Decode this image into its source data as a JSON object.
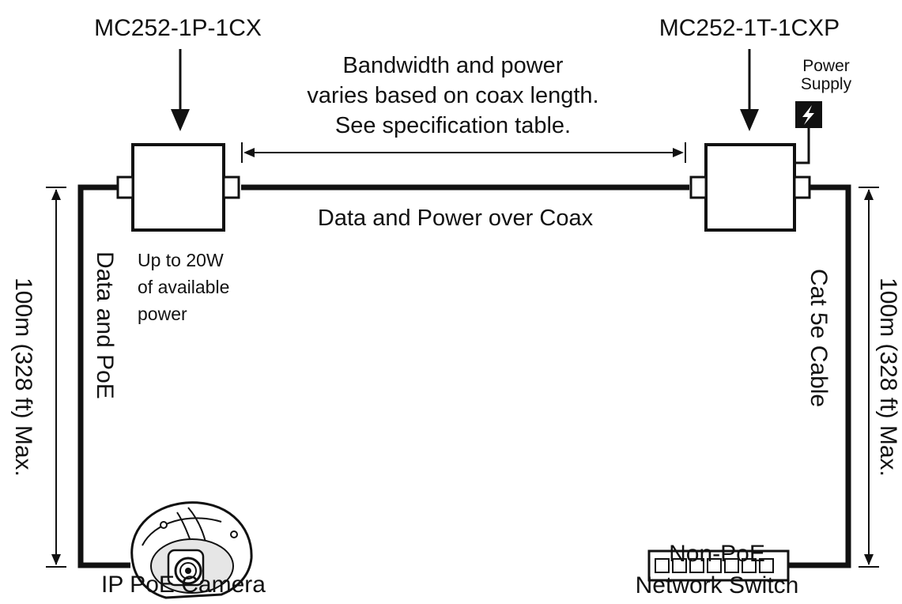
{
  "labels": {
    "left_device": "MC252-1P-1CX",
    "right_device": "MC252-1T-1CXP",
    "bandwidth_note": [
      "Bandwidth and power",
      "varies based on coax length.",
      "See specification table."
    ],
    "power_supply": [
      "Power",
      "Supply"
    ],
    "coax_link": "Data and Power over Coax",
    "left_cable": "Data and PoE",
    "right_cable": "Cat 5e Cable",
    "left_distance": "100m (328 ft) Max.",
    "right_distance": "100m (328 ft) Max.",
    "power_note": [
      "Up to 20W",
      "of available",
      "power"
    ],
    "camera": "IP PoE Camera",
    "switch": [
      "Non-PoE",
      "Network Switch"
    ]
  },
  "switch_ports": 7,
  "colors": {
    "ink": "#111111",
    "background": "#ffffff",
    "camera_shade": "#e6e6e6"
  }
}
